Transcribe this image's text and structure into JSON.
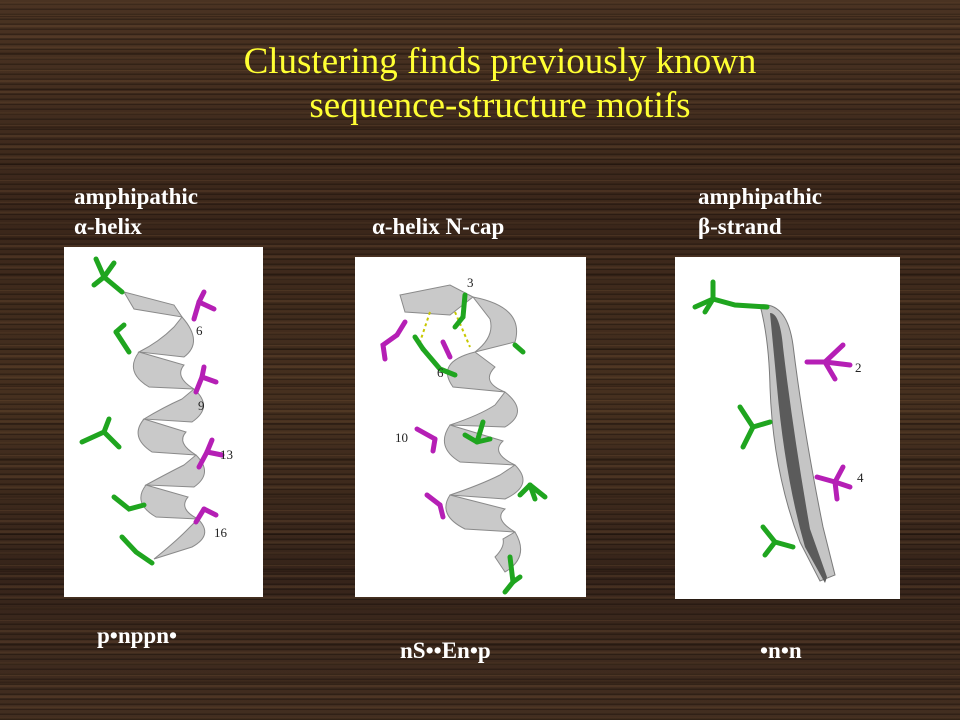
{
  "title": {
    "line1": "Clustering finds previously known",
    "line2": "sequence-structure motifs"
  },
  "panels": [
    {
      "label_line1": "amphipathic",
      "label_line2": "α-helix",
      "sequence": "p•nppn•",
      "residue_numbers": [
        "6",
        "9",
        "13",
        "16"
      ]
    },
    {
      "label_line1": "α-helix N-cap",
      "sequence": "nS••En•p",
      "residue_numbers": [
        "3",
        "6",
        "10"
      ]
    },
    {
      "label_line1": "amphipathic",
      "label_line2": "β-strand",
      "sequence": "•n•n",
      "residue_numbers": [
        "2",
        "4"
      ]
    }
  ],
  "colors": {
    "title": "#ffff33",
    "labels": "#ffffff",
    "green_sidechain": "#1fa51f",
    "magenta_sidechain": "#b51fb5",
    "ribbon": "#c8c8c8"
  }
}
